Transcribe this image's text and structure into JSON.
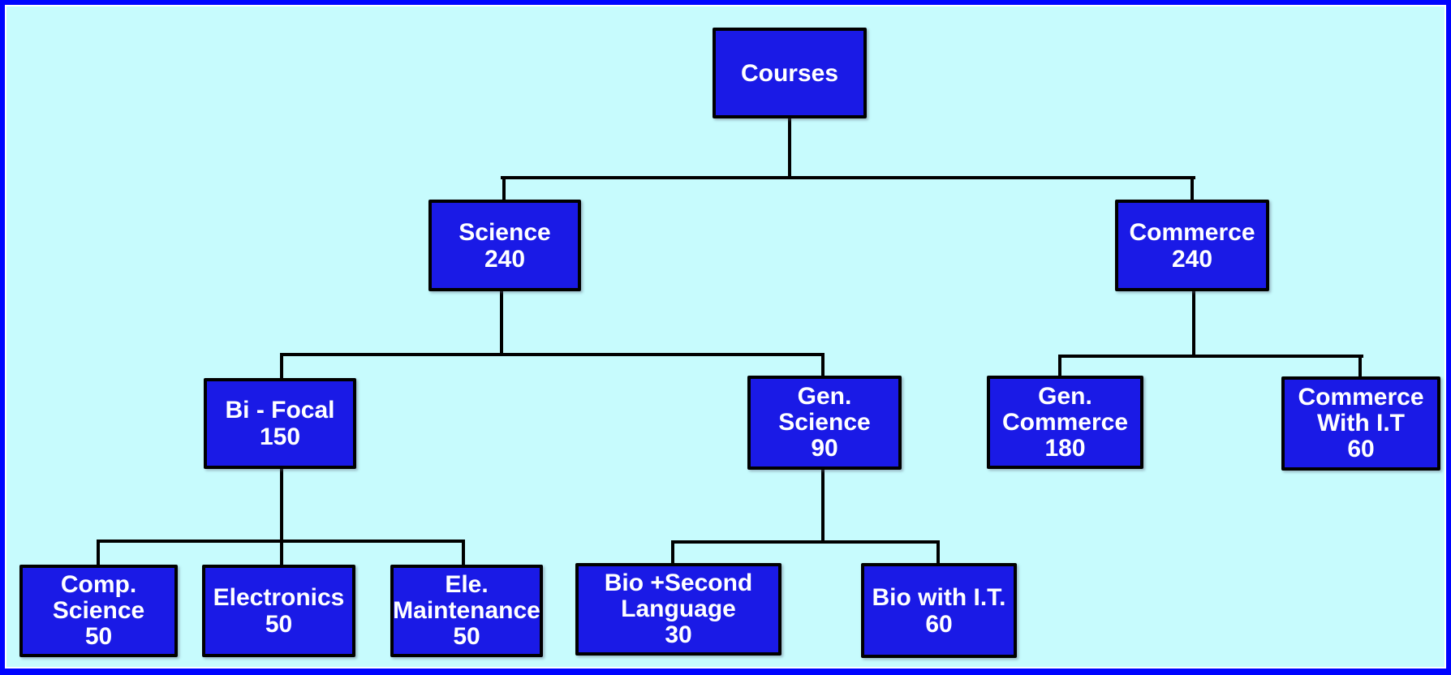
{
  "diagram": {
    "type": "tree-flowchart",
    "title": "Courses",
    "colors": {
      "frame_border": "#0004ff",
      "background": "#c7fbfd",
      "node_fill": "#1a1ae6",
      "node_border": "#000000",
      "node_text": "#ffffff",
      "connector": "#000000"
    },
    "nodes": {
      "courses": {
        "lines": [
          "Courses"
        ]
      },
      "science": {
        "lines": [
          "Science",
          "240"
        ]
      },
      "commerce": {
        "lines": [
          "Commerce",
          "240"
        ]
      },
      "bifocal": {
        "lines": [
          "Bi - Focal",
          "150"
        ]
      },
      "gen_science": {
        "lines": [
          "Gen.",
          "Science",
          "90"
        ]
      },
      "gen_commerce": {
        "lines": [
          "Gen.",
          "Commerce",
          "180"
        ]
      },
      "commerce_with_it": {
        "lines": [
          "Commerce",
          "With I.T",
          "60"
        ]
      },
      "comp_science": {
        "lines": [
          "Comp.",
          "Science",
          "50"
        ]
      },
      "electronics": {
        "lines": [
          "Electronics",
          "50"
        ]
      },
      "ele_maintenance": {
        "lines": [
          "Ele.",
          "Maintenance",
          "50"
        ]
      },
      "bio_second_language": {
        "lines": [
          "Bio +Second",
          "Language",
          "30"
        ]
      },
      "bio_with_it": {
        "lines": [
          "Bio with I.T.",
          "60"
        ]
      }
    },
    "edges": [
      [
        "courses",
        "science"
      ],
      [
        "courses",
        "commerce"
      ],
      [
        "science",
        "bifocal"
      ],
      [
        "science",
        "gen_science"
      ],
      [
        "commerce",
        "gen_commerce"
      ],
      [
        "commerce",
        "commerce_with_it"
      ],
      [
        "bifocal",
        "comp_science"
      ],
      [
        "bifocal",
        "electronics"
      ],
      [
        "bifocal",
        "ele_maintenance"
      ],
      [
        "gen_science",
        "bio_second_language"
      ],
      [
        "gen_science",
        "bio_with_it"
      ]
    ]
  }
}
